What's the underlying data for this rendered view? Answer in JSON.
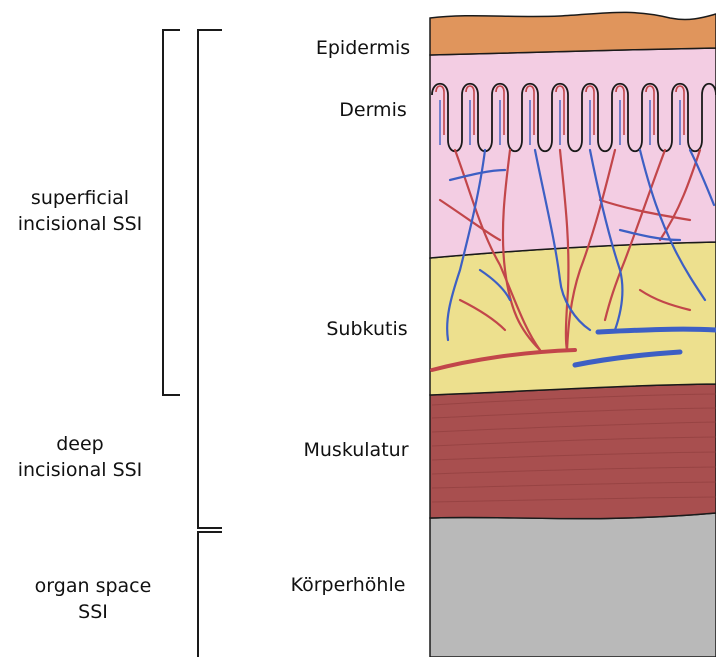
{
  "ssi_labels": {
    "superficial_line1": "superficial",
    "superficial_line2": "incisional SSI",
    "deep_line1": "deep",
    "deep_line2": "incisional SSI",
    "organ_line1": "organ space",
    "organ_line2": "SSI"
  },
  "layer_labels": {
    "epidermis": "Epidermis",
    "dermis": "Dermis",
    "subkutis": "Subkutis",
    "muskulatur": "Muskulatur",
    "koerperhoehle": "Körperhöhle"
  },
  "colors": {
    "epidermis": "#e0955c",
    "dermis": "#f3cde3",
    "subkutis": "#ede08e",
    "muskulatur": "#a84f4f",
    "koerperhoehle": "#b9b9b9",
    "vessel_red": "#c2464a",
    "vessel_blue": "#3d5fc4",
    "outline": "#1a1a1a"
  }
}
